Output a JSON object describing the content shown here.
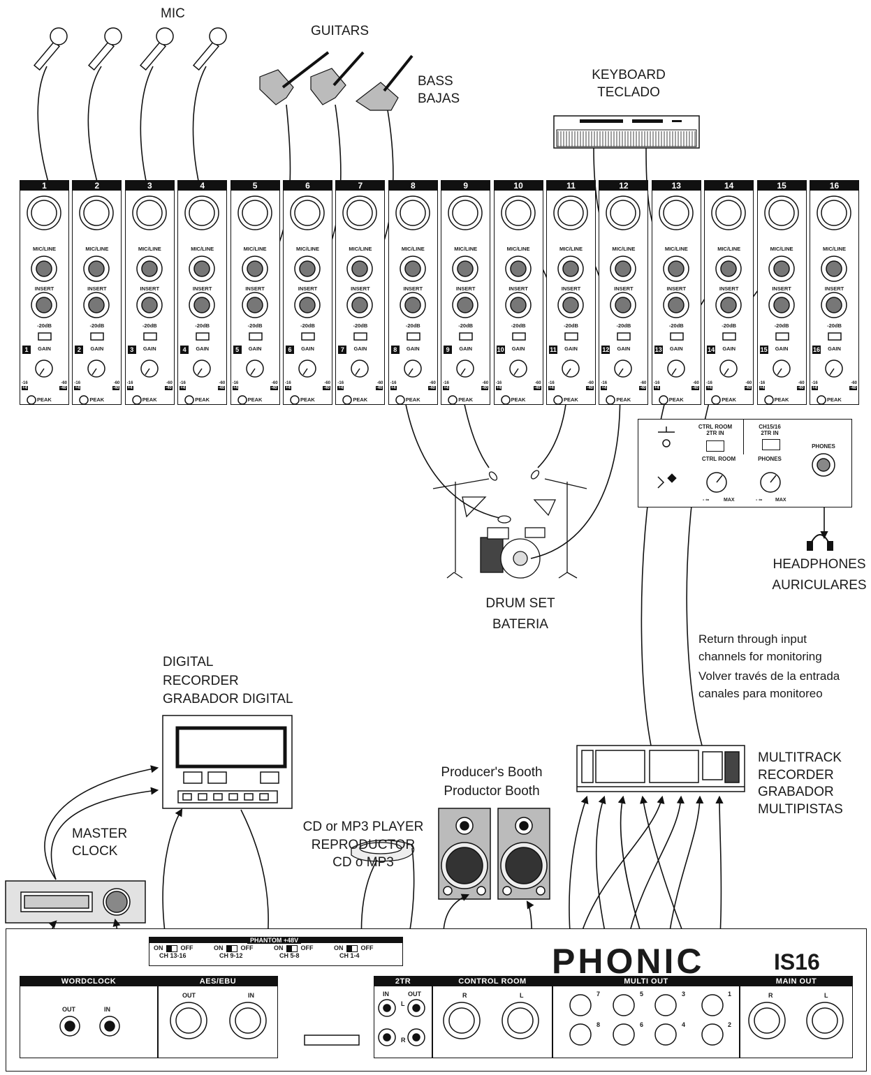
{
  "labels": {
    "mic": "MIC",
    "guitars": "GUITARS",
    "bass": [
      "BASS",
      "BAJAS"
    ],
    "keyboard": [
      "KEYBOARD",
      "TECLADO"
    ],
    "headphones": [
      "HEADPHONES",
      "AURICULARES"
    ],
    "drum_set": [
      "DRUM SET",
      "BATERIA"
    ],
    "return_note": [
      "Return through input",
      "channels for monitoring",
      "Volver través de la entrada",
      "canales para monitoreo"
    ],
    "digital_recorder": [
      "DIGITAL",
      "RECORDER",
      "GRABADOR DIGITAL"
    ],
    "producers_booth": [
      "Producer's Booth",
      "Productor Booth"
    ],
    "multitrack": [
      "MULTITRACK",
      "RECORDER",
      "GRABADOR",
      "MULTIPISTAS"
    ],
    "cd_player": [
      "CD or MP3 PLAYER",
      "REPRODUCTOR",
      "CD o MP3"
    ],
    "master_clock": [
      "MASTER",
      "CLOCK"
    ]
  },
  "channels": [
    "1",
    "2",
    "3",
    "4",
    "5",
    "6",
    "7",
    "8",
    "9",
    "10",
    "11",
    "12",
    "13",
    "14",
    "15",
    "16"
  ],
  "strip_text": {
    "mic_line": "MIC/LINE",
    "insert": "INSERT",
    "pad": "-20dB",
    "gain": "GAIN",
    "peak": "PEAK",
    "scale_left": "-16",
    "scale_left_box": "+4",
    "scale_right": "-60",
    "scale_right_box": "-40"
  },
  "monitor_panel": {
    "ctrl_room_2tr": [
      "CTRL ROOM",
      "2TR IN"
    ],
    "ch1516_2tr": [
      "CH15/16",
      "2TR IN"
    ],
    "ctrl_room": "CTRL ROOM",
    "phones": "PHONES",
    "phones_jack": "PHONES",
    "min": "- ∞",
    "max": "MAX"
  },
  "rear_panel": {
    "brand": "PHONIC",
    "model": "IS16",
    "phantom": "PHANTOM +48V",
    "phantom_groups": [
      {
        "on": "ON",
        "off": "OFF",
        "ch": "CH 13-16"
      },
      {
        "on": "ON",
        "off": "OFF",
        "ch": "CH 9-12"
      },
      {
        "on": "ON",
        "off": "OFF",
        "ch": "CH 5-8"
      },
      {
        "on": "ON",
        "off": "OFF",
        "ch": "CH 1-4"
      }
    ],
    "wordclock": "WORDCLOCK",
    "wc_out": "OUT",
    "wc_in": "IN",
    "aes_ebu": "AES/EBU",
    "aes_out": "OUT",
    "aes_in": "IN",
    "two_tr": "2TR",
    "two_tr_in": "IN",
    "two_tr_out": "OUT",
    "two_tr_l": "L",
    "two_tr_r": "R",
    "control_room": "CONTROL ROOM",
    "cr_r": "R",
    "cr_l": "L",
    "multi_out": "MULTI OUT",
    "multi_numbers": [
      "7",
      "5",
      "3",
      "1",
      "8",
      "6",
      "4",
      "2"
    ],
    "main_out": "MAIN OUT",
    "main_r": "R",
    "main_l": "L"
  }
}
